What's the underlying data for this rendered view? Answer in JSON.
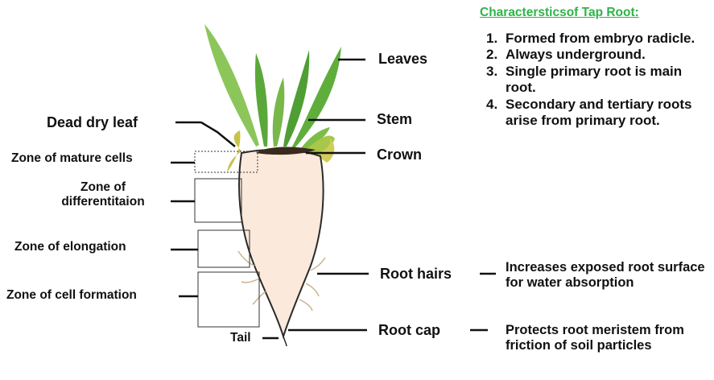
{
  "characteristics": {
    "title": "Charactersticsof Tap Root:",
    "items": [
      {
        "num": "1.",
        "text": "Formed from embryo radicle."
      },
      {
        "num": "2.",
        "text": "Always underground."
      },
      {
        "num": "3.",
        "text": "Single primary root is main root."
      },
      {
        "num": "4.",
        "text": "Secondary and tertiary roots arise from primary root."
      }
    ]
  },
  "labels": {
    "leaves": "Leaves",
    "stem": "Stem",
    "crown": "Crown",
    "dead_dry_leaf": "Dead dry leaf",
    "root_hairs": "Root hairs",
    "root_cap": "Root cap",
    "tail": "Tail"
  },
  "zones": {
    "mature_cells": "Zone of mature cells",
    "differentiation": "Zone of differentitaion",
    "elongation": "Zone of elongation",
    "cell_formation": "Zone of cell formation"
  },
  "notes": {
    "root_hairs": "Increases exposed root surface for water absorption",
    "root_cap": "Protects root meristem from friction of soil particles"
  },
  "colors": {
    "title_green": "#2fb34a",
    "root_fill": "#fbe9dc",
    "leaf_green": "#6cbf3e",
    "soil": "#3a2a1e"
  }
}
